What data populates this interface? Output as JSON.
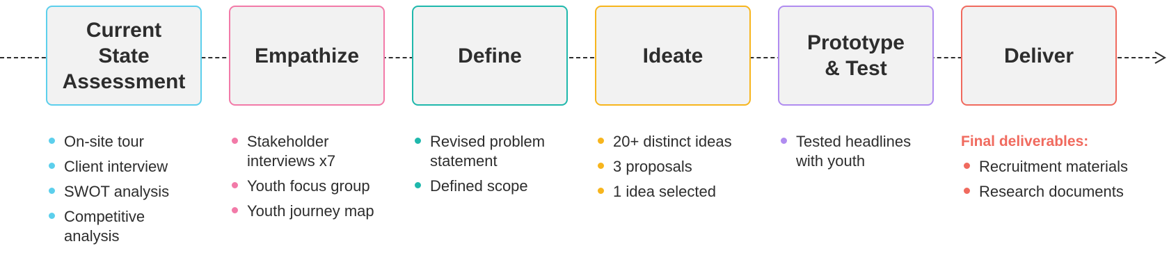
{
  "stages": [
    {
      "title_lines": [
        "Current",
        "State",
        "Assessment"
      ],
      "color": "#5ccfec",
      "items": [
        "On-site tour",
        "Client interview",
        "SWOT analysis",
        "Competitive analysis"
      ]
    },
    {
      "title_lines": [
        "Empathize"
      ],
      "color": "#f27aa8",
      "items": [
        "Stakeholder interviews x7",
        "Youth focus group",
        "Youth journey map"
      ]
    },
    {
      "title_lines": [
        "Define"
      ],
      "color": "#1fb8ac",
      "items": [
        "Revised problem statement",
        "Defined scope"
      ]
    },
    {
      "title_lines": [
        "Ideate"
      ],
      "color": "#f7b51d",
      "items": [
        "20+ distinct ideas",
        "3 proposals",
        "1 idea selected"
      ]
    },
    {
      "title_lines": [
        "Prototype",
        "& Test"
      ],
      "color": "#b08cf0",
      "items": [
        "Tested headlines with youth"
      ]
    },
    {
      "title_lines": [
        "Deliver"
      ],
      "color": "#f06a5e",
      "heading": "Final deliverables:",
      "items": [
        "Recruitment materials",
        "Research documents"
      ]
    }
  ]
}
